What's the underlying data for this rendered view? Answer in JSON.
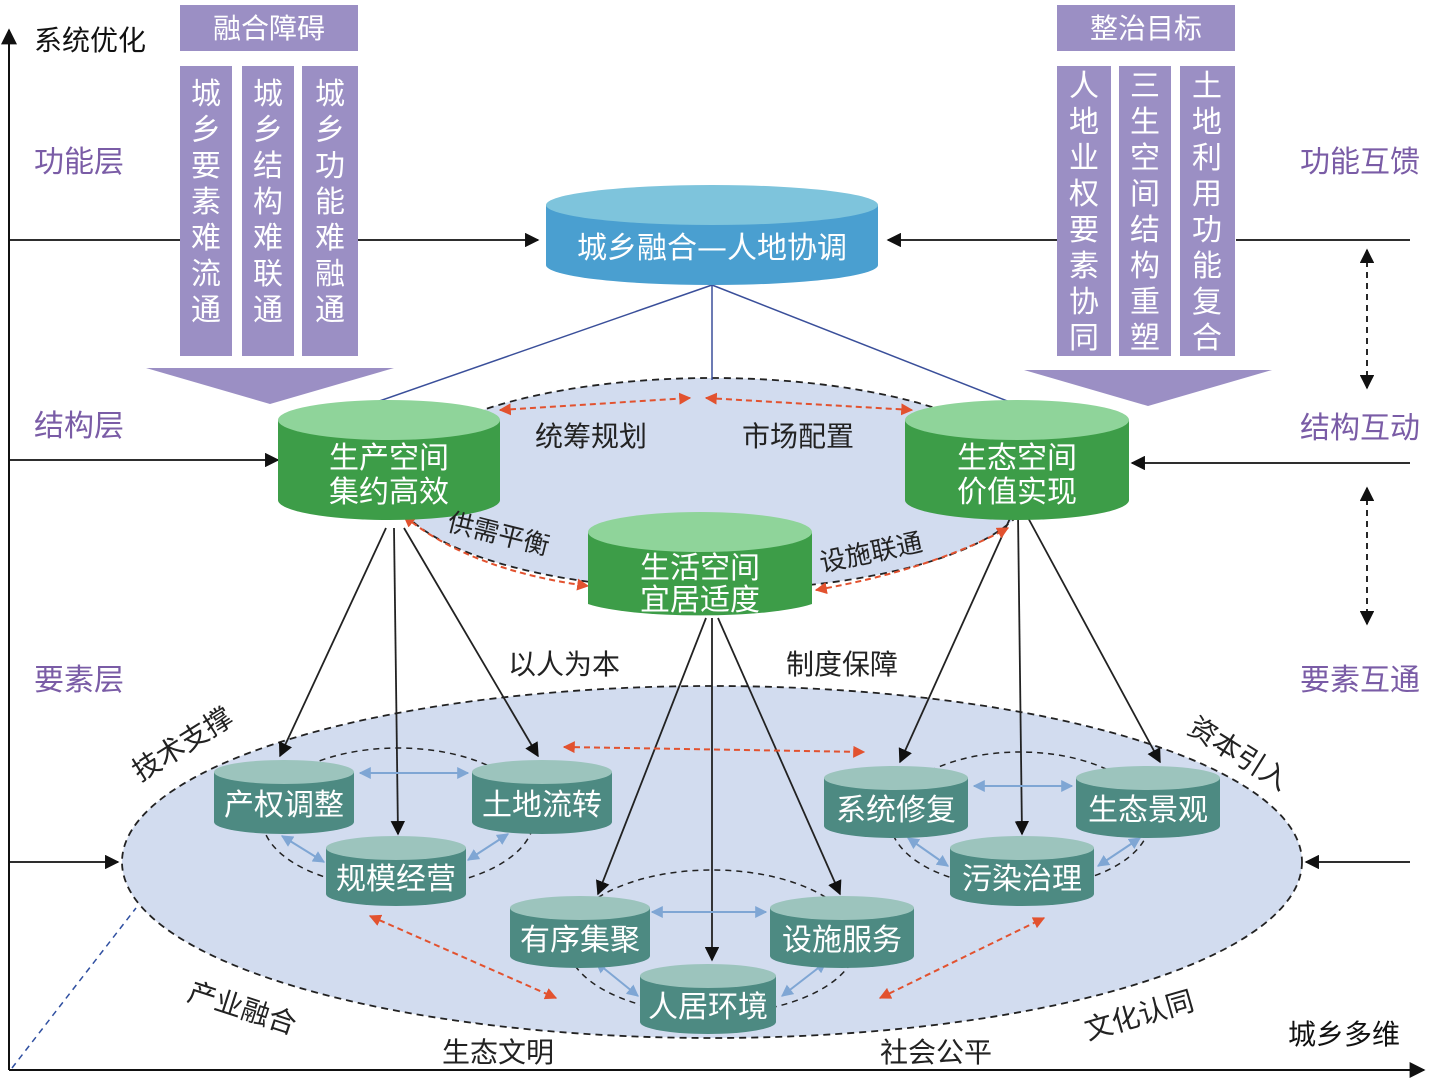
{
  "axes": {
    "y_label": "系统优化",
    "x_label": "城乡多维"
  },
  "levels": {
    "function": "功能层",
    "structure": "结构层",
    "element": "要素层"
  },
  "right_labels": {
    "function": "功能互馈",
    "structure": "结构互动",
    "element": "要素互通"
  },
  "barriers": {
    "title": "融合障碍",
    "items": [
      "城乡要素难流通",
      "城乡结构难联通",
      "城乡功能难融通"
    ]
  },
  "targets": {
    "title": "整治目标",
    "items": [
      "人地业权要素协同",
      "三生空间结构重塑",
      "土地利用功能复合"
    ]
  },
  "core": "城乡融合—人地协调",
  "structure_nodes": {
    "production": [
      "生产空间",
      "集约高效"
    ],
    "ecology": [
      "生态空间",
      "价值实现"
    ],
    "living": [
      "生活空间",
      "宜居适度"
    ]
  },
  "structure_relations": {
    "plan": "统筹规划",
    "market": "市场配置",
    "supply": "供需平衡",
    "facility": "设施联通"
  },
  "middle_labels": {
    "people": "以人为本",
    "institution": "制度保障"
  },
  "element_nodes": {
    "property": "产权调整",
    "land": "土地流转",
    "scale": "规模经营",
    "restore": "系统修复",
    "landscape": "生态景观",
    "pollution": "污染治理",
    "cluster": "有序集聚",
    "service": "设施服务",
    "habitat": "人居环境"
  },
  "outer_labels": {
    "tech": "技术支撑",
    "capital": "资本引入",
    "industry": "产业融合",
    "eco_civ": "生态文明",
    "equity": "社会公平",
    "culture": "文化认同"
  },
  "colors": {
    "purple": "#9b8fc4",
    "purple_text": "#7a5ca6",
    "blue_top": "#7ec4dc",
    "blue_body": "#4a9fd0",
    "green_top": "#8fd49a",
    "green_body": "#3d9d48",
    "teal_top": "#9cc4bd",
    "teal_body": "#4d8a82",
    "ellipse_fill": "#d2dcef",
    "red_arrow": "#e2522f",
    "blue_arrow": "#7fa6d4"
  }
}
